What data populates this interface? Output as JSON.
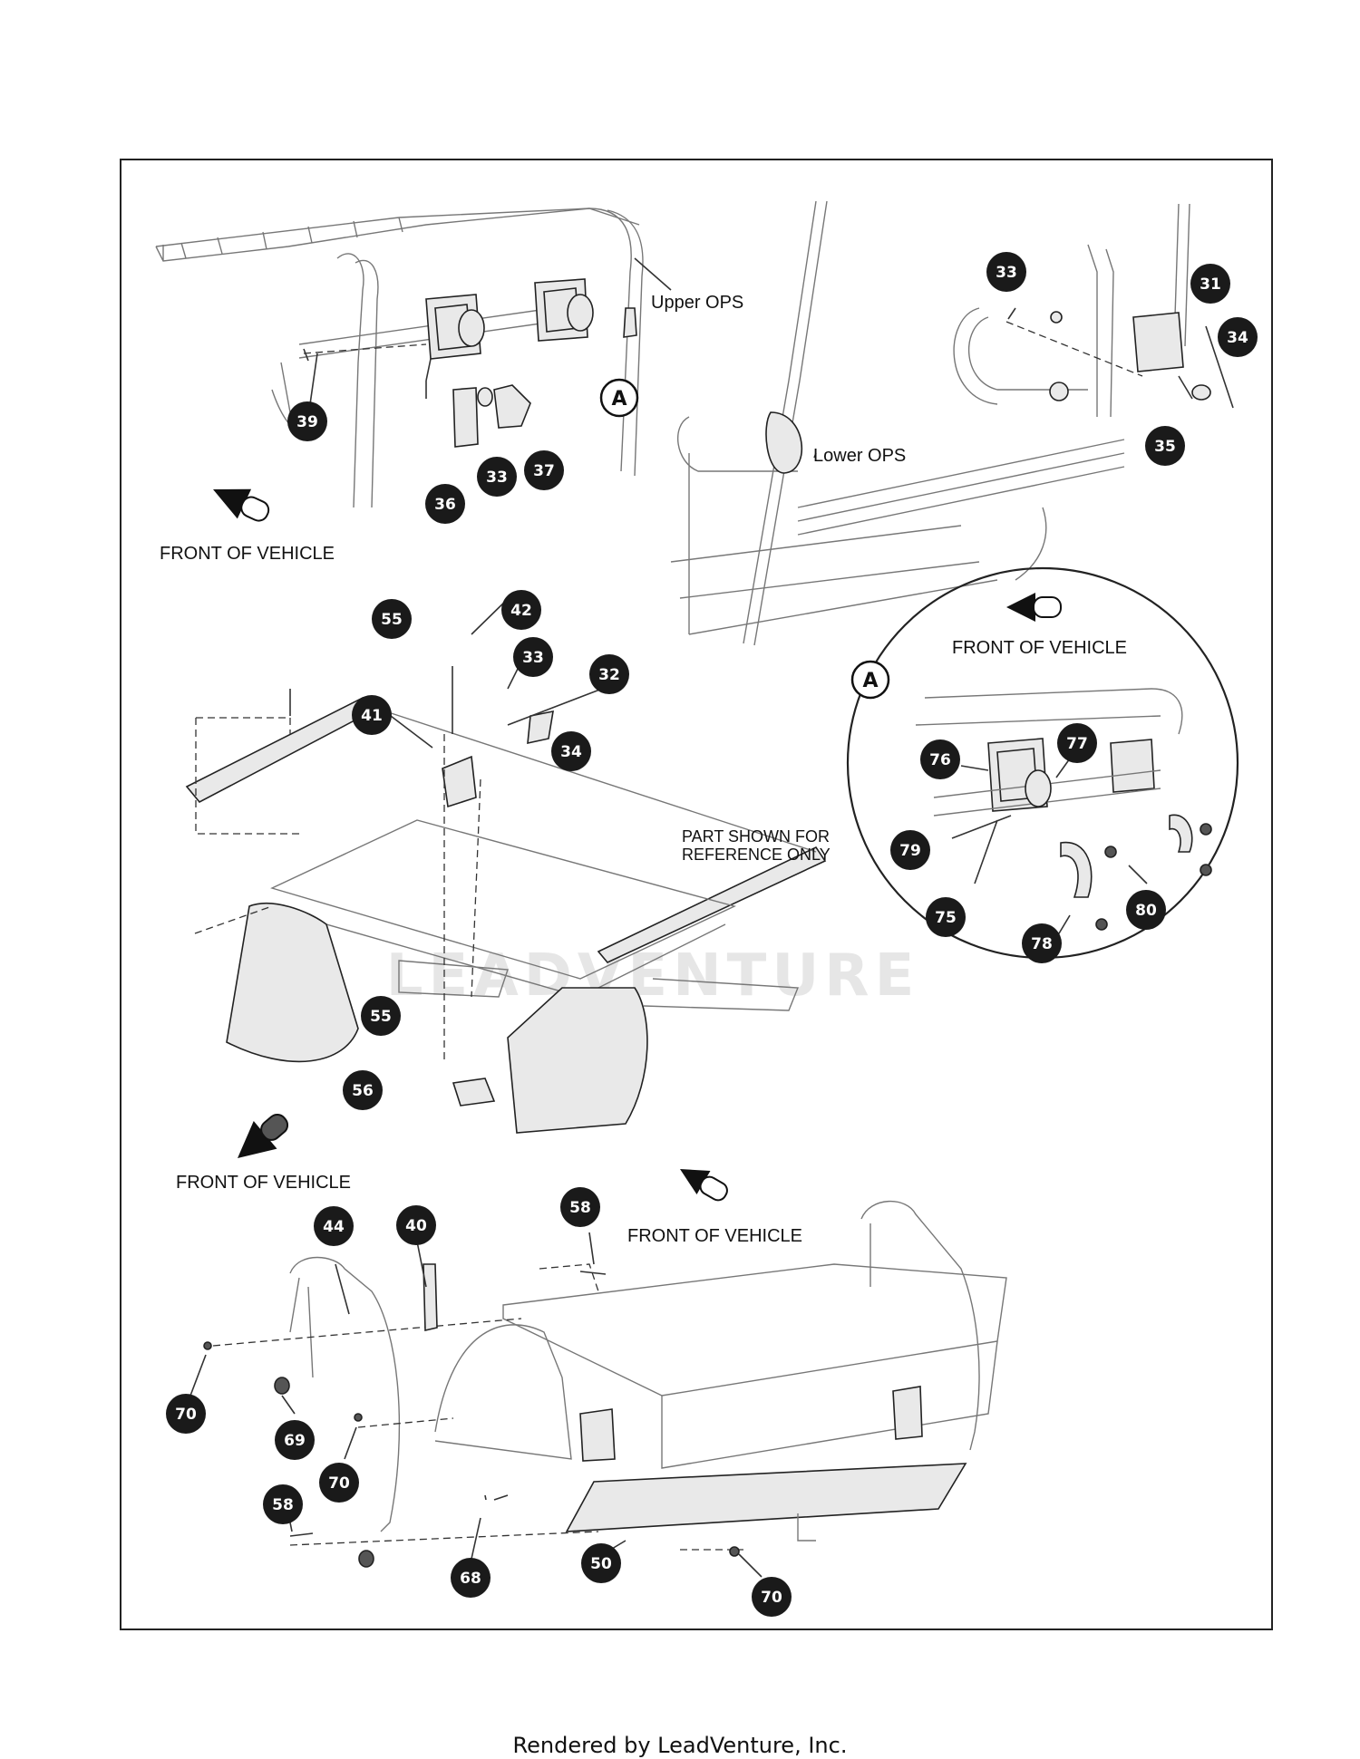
{
  "labels": {
    "upper_ops": "Upper OPS",
    "lower_ops": "Lower OPS",
    "front_top": "FRONT OF VEHICLE",
    "front_detail": "FRONT OF VEHICLE",
    "front_mid": "FRONT OF VEHICLE",
    "front_bottom": "FRONT OF VEHICLE",
    "part_ref_1": "PART SHOWN FOR",
    "part_ref_2": "REFERENCE ONLY",
    "detail_a": "A",
    "detail_a_circle": "A"
  },
  "callouts": [
    "39",
    "36",
    "33",
    "37",
    "33",
    "31",
    "34",
    "35",
    "55",
    "42",
    "33",
    "32",
    "41",
    "34",
    "76",
    "77",
    "79",
    "75",
    "78",
    "80",
    "55",
    "56",
    "58",
    "44",
    "40",
    "70",
    "69",
    "70",
    "58",
    "68",
    "50",
    "70"
  ],
  "footer": "Rendered by LeadVenture, Inc.",
  "watermark": "LEADVENTURE",
  "colors": {
    "callout_fill": "#1a1a1a",
    "line": "#333333",
    "background": "#ffffff"
  },
  "icons": [
    "front-direction-arrow-icon"
  ]
}
